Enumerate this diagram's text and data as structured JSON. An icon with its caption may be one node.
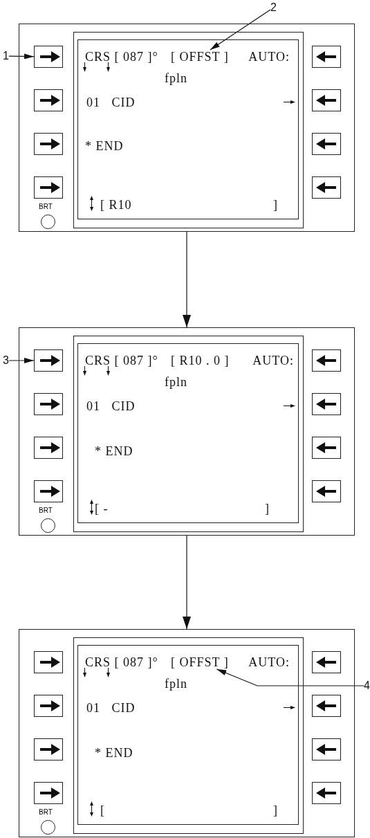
{
  "diagram": {
    "nodes": [
      {
        "text": [
          "BRT"
        ]
      },
      {
        "text": [
          "CRS [ 087 ]°",
          "AUTO:",
          "fpln",
          "01   CID",
          "* END",
          "[ R10",
          "]"
        ],
        "in": 0
      },
      {
        "text": [
          "[ OFFST ]"
        ],
        "in": 1
      },
      {
        "text": [],
        "shape": "box",
        "in": 0
      },
      {
        "text": [
          "1"
        ]
      },
      {
        "text": [
          "2"
        ]
      },
      {
        "text": [
          "BRT"
        ]
      },
      {
        "text": [
          "CRS [ 087 ]°",
          "[ R10 . 0 ]",
          "AUTO:",
          "fpln",
          "01   CID",
          "* END",
          "[ -",
          "]"
        ],
        "in": 6
      },
      {
        "text": [],
        "shape": "box",
        "in": 6
      },
      {
        "text": [
          "3"
        ]
      },
      {
        "text": [
          "BRT"
        ]
      },
      {
        "text": [
          "CRS [ 087 ]°",
          "AUTO:",
          "fpln",
          "01   CID",
          "* END",
          "[",
          "]"
        ],
        "in": 10
      },
      {
        "text": [
          "[ OFFST ]"
        ],
        "in": 11
      },
      {
        "text": [
          "4"
        ]
      }
    ],
    "edges": [
      {
        "from": 0,
        "to": 6,
        "arrow": "to"
      },
      {
        "from": 6,
        "to": 10,
        "arrow": "to"
      },
      {
        "from": 4,
        "to": 3,
        "arrow": "to"
      },
      {
        "from": 5,
        "to": 2,
        "arrow": "to"
      },
      {
        "from": 9,
        "to": 8,
        "arrow": "to"
      },
      {
        "from": 13,
        "to": 12,
        "arrow": "to"
      }
    ]
  }
}
